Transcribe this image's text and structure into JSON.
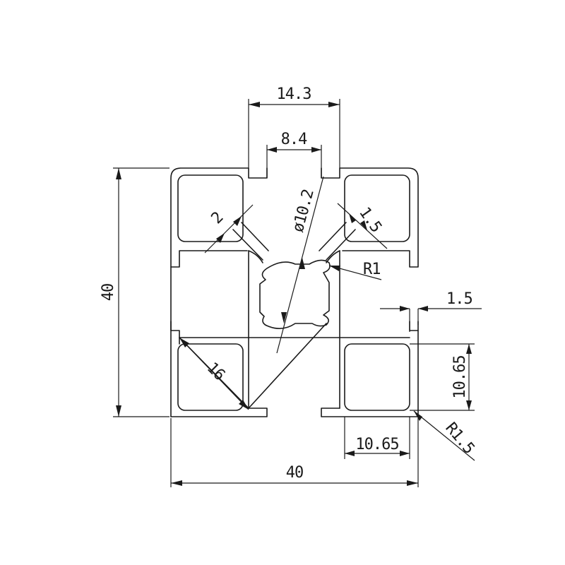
{
  "dimensions": {
    "top_slot_width": "14.3",
    "slot_opening": "8.4",
    "center_bore": "ø10.2",
    "web_thickness": "2",
    "wall_thickness_diag": "1.5",
    "core_radius": "R1",
    "side_wall": "1.5",
    "overall_height": "40",
    "overall_width": "40",
    "cavity_diagonal": "16",
    "cavity_height": "10.65",
    "cavity_width": "10.65",
    "corner_radius": "R1.5"
  }
}
